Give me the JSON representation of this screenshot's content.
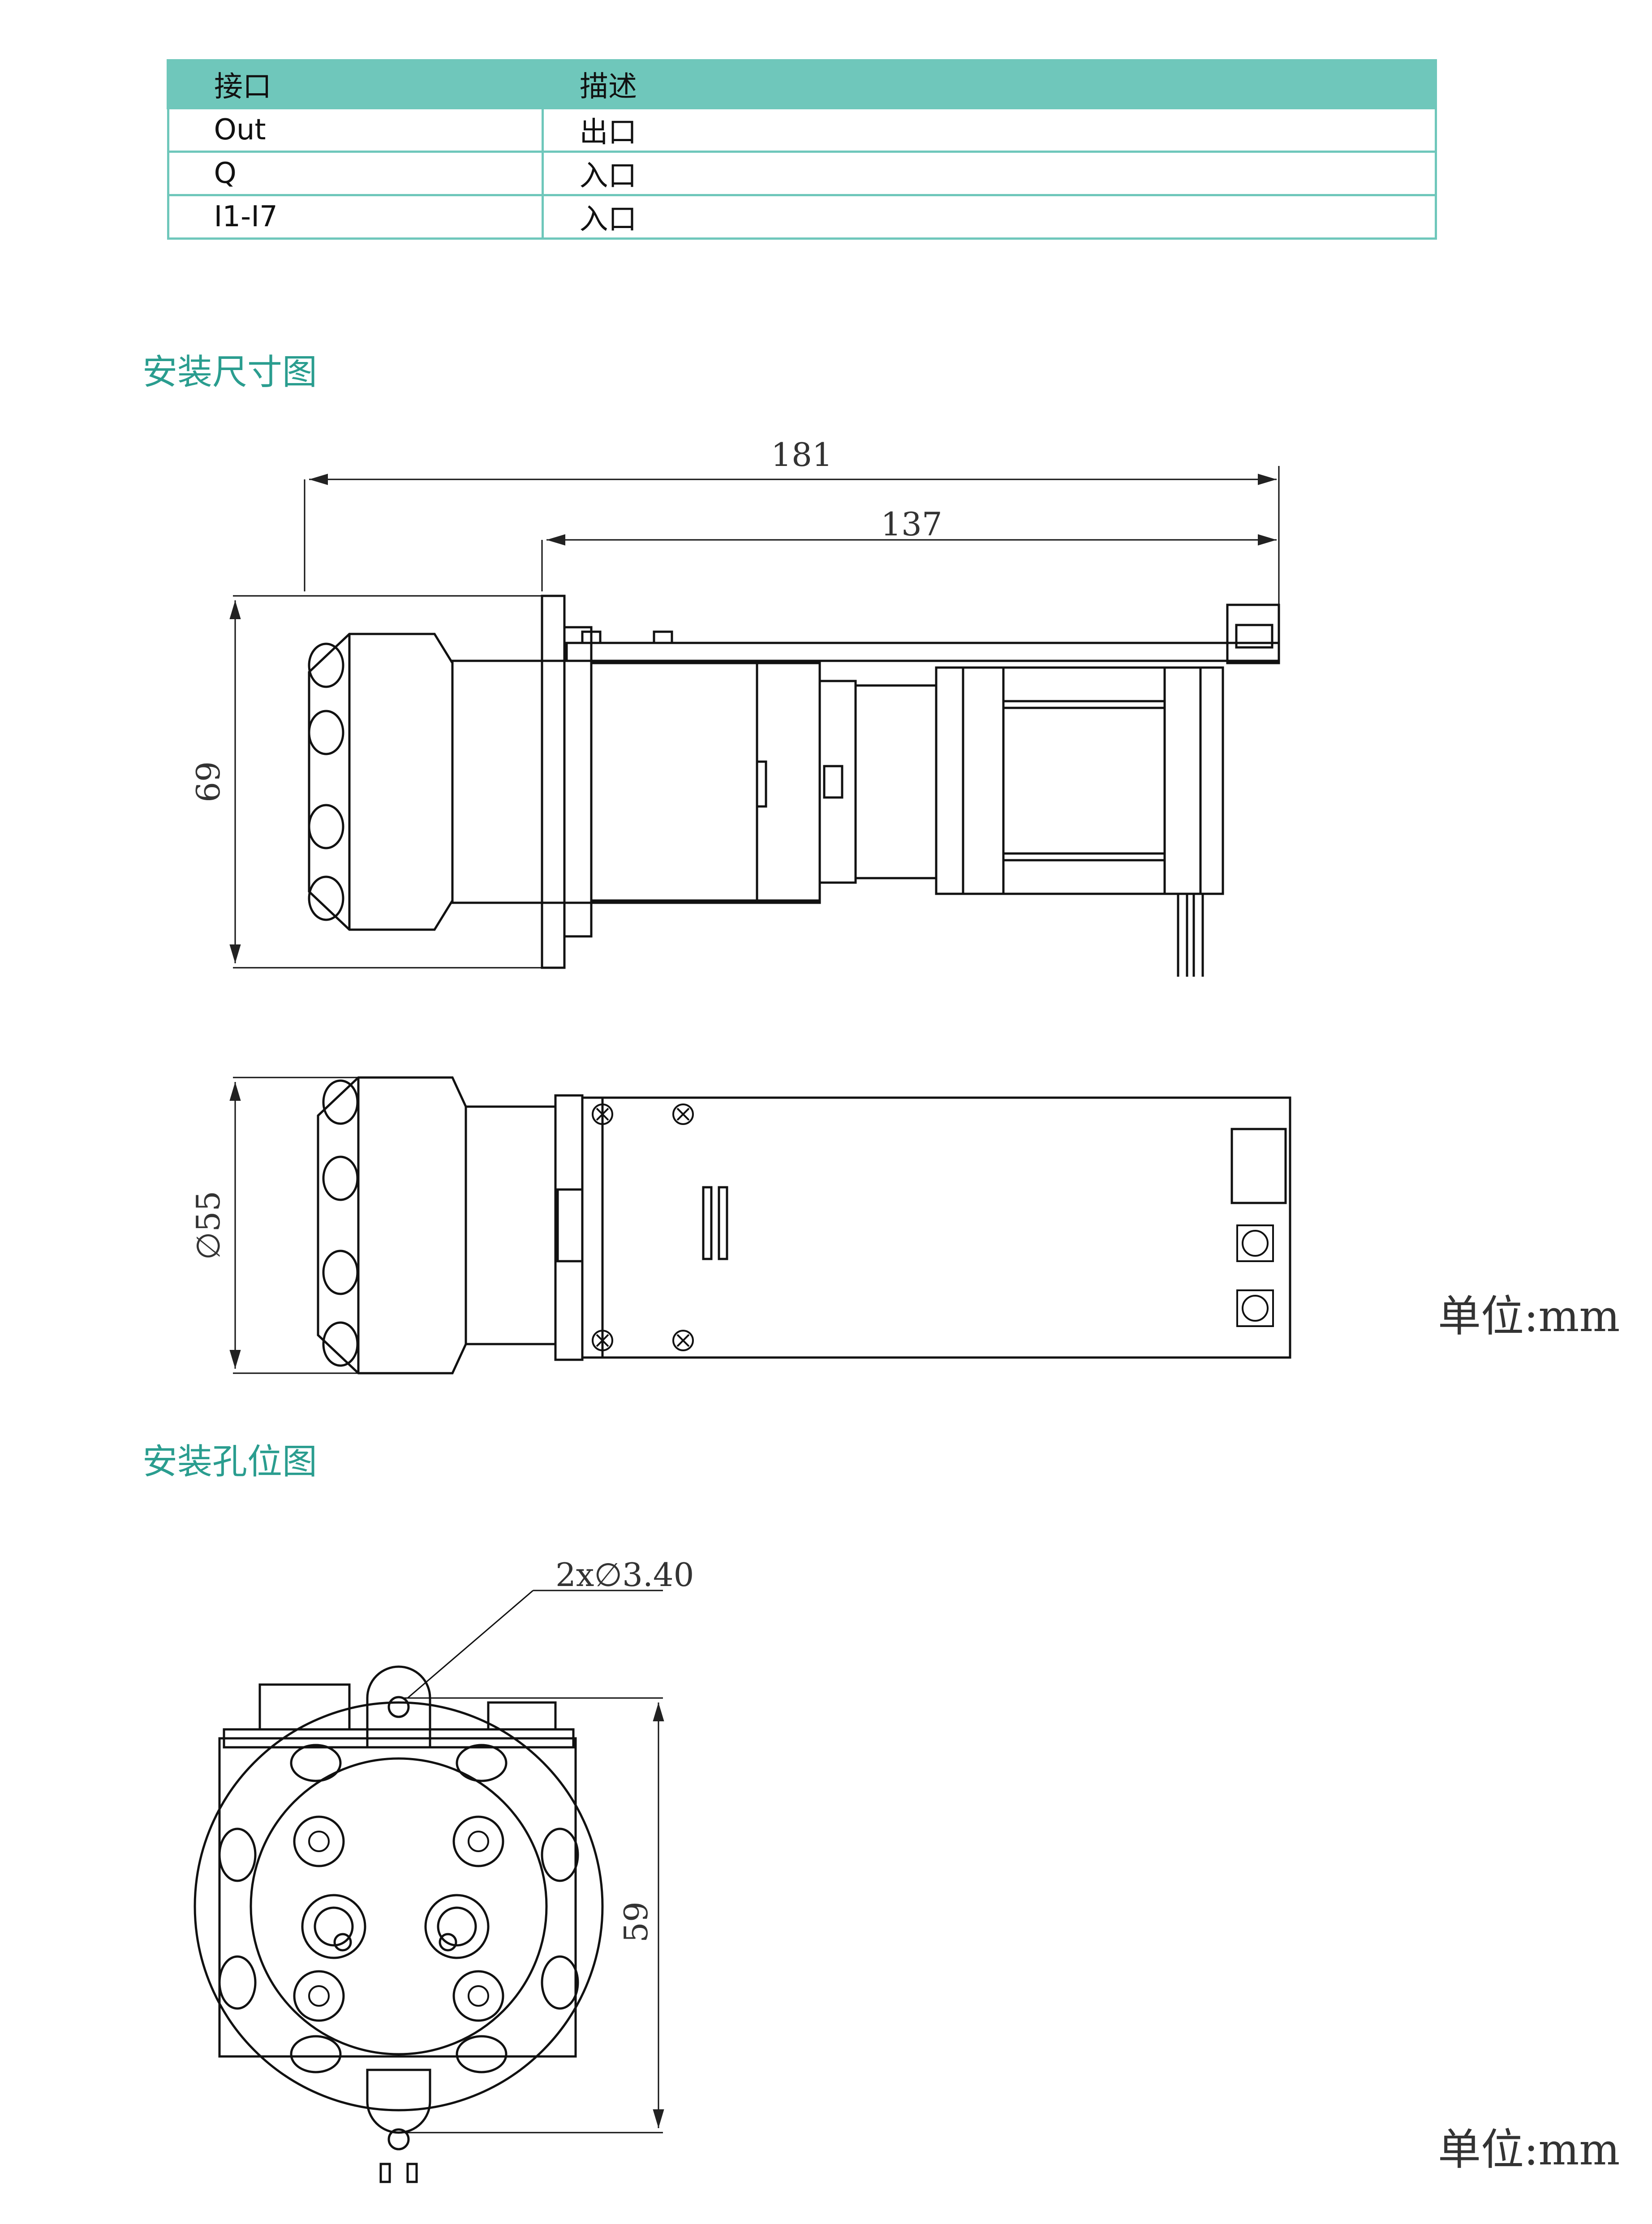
{
  "table": {
    "headers": [
      "接口",
      "描述"
    ],
    "rows": [
      {
        "port": "Out",
        "desc": "出口"
      },
      {
        "port": "Q",
        "desc": "入口"
      },
      {
        "port": "I1-I7",
        "desc": "入口"
      }
    ]
  },
  "sections": {
    "dimensions_title": "安装尺寸图",
    "holes_title": "安装孔位图"
  },
  "dimensions": {
    "overall_length": "181",
    "body_length": "137",
    "height": "69",
    "diameter": "∅55",
    "hole_spec": "2x∅3.40",
    "hole_span": "59"
  },
  "units": {
    "label_1": "单位:mm",
    "label_2": "单位:mm"
  },
  "colors": {
    "accent": "#6fc7bb",
    "title": "#2a9d8f",
    "line": "#111111"
  }
}
